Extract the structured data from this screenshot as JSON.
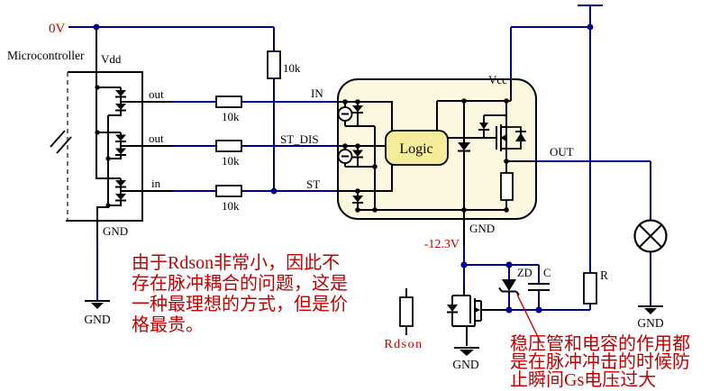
{
  "colors": {
    "wire_blue": "#00008B",
    "annotation_red": "#C00000",
    "ic_fill": "#FBF8DF",
    "logic_fill": "#F2EC9B"
  },
  "rails": {
    "v0": "0V",
    "vneg": "-12.3V"
  },
  "microcontroller": {
    "title": "Microcontroller",
    "vdd": "Vdd",
    "gnd_pin": "GND",
    "pin1": "out",
    "pin2": "out",
    "pin3": "in"
  },
  "resistors": {
    "r1": "10k",
    "r2": "10k",
    "r3": "10k",
    "pullup": "10k",
    "r_load": "R",
    "rdson": "Rdson"
  },
  "ic": {
    "pin_in": "IN",
    "pin_st_dis": "ST_DIS",
    "pin_st": "ST",
    "pin_vcc": "Vcc",
    "pin_gnd": "GND",
    "pin_out": "OUT",
    "logic_block": "Logic"
  },
  "protection": {
    "zener": "ZD",
    "capacitor": "C"
  },
  "grounds": {
    "g1": "GND",
    "g2": "GND",
    "g3": "GND"
  },
  "notes": {
    "left": [
      "由于Rdson非常小，因此不",
      "存在脉冲耦合的问题，这是",
      "一种最理想的方式，但是价",
      "格最贵。"
    ],
    "right": [
      "稳压管和电容的作用都",
      "是在脉冲冲击的时候防",
      "止瞬间Gs电压过大"
    ]
  }
}
